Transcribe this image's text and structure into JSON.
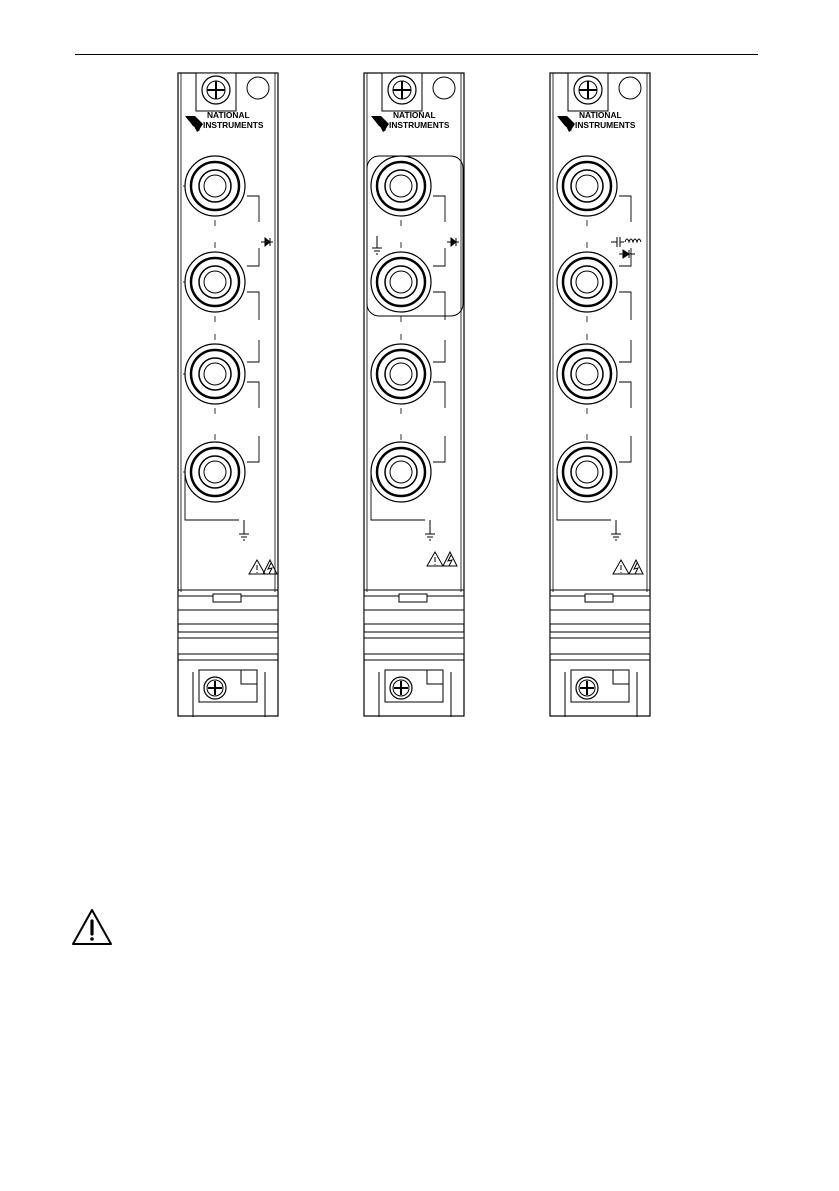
{
  "document": {
    "figure": {
      "panels": [
        {
          "id": "panel-1",
          "brand_line1": "NATIONAL",
          "brand_line2": "INSTRUMENTS",
          "terminal_count": 4,
          "symbols": [
            "diode-symbol",
            "ground-symbol",
            "warning-icon",
            "shock-hazard-icon"
          ]
        },
        {
          "id": "panel-2",
          "brand_line1": "NATIONAL",
          "brand_line2": "INSTRUMENTS",
          "terminal_count": 4,
          "symbols": [
            "ground-symbol",
            "diode-symbol",
            "ground-symbol",
            "warning-icon",
            "shock-hazard-icon"
          ],
          "highlight": "terminals-1-2"
        },
        {
          "id": "panel-3",
          "brand_line1": "NATIONAL",
          "brand_line2": "INSTRUMENTS",
          "terminal_count": 4,
          "symbols": [
            "capacitor-symbol",
            "inductor-symbol",
            "diode-symbol",
            "ground-symbol",
            "warning-icon",
            "shock-hazard-icon"
          ]
        }
      ]
    },
    "caution_icon": "caution-icon"
  }
}
